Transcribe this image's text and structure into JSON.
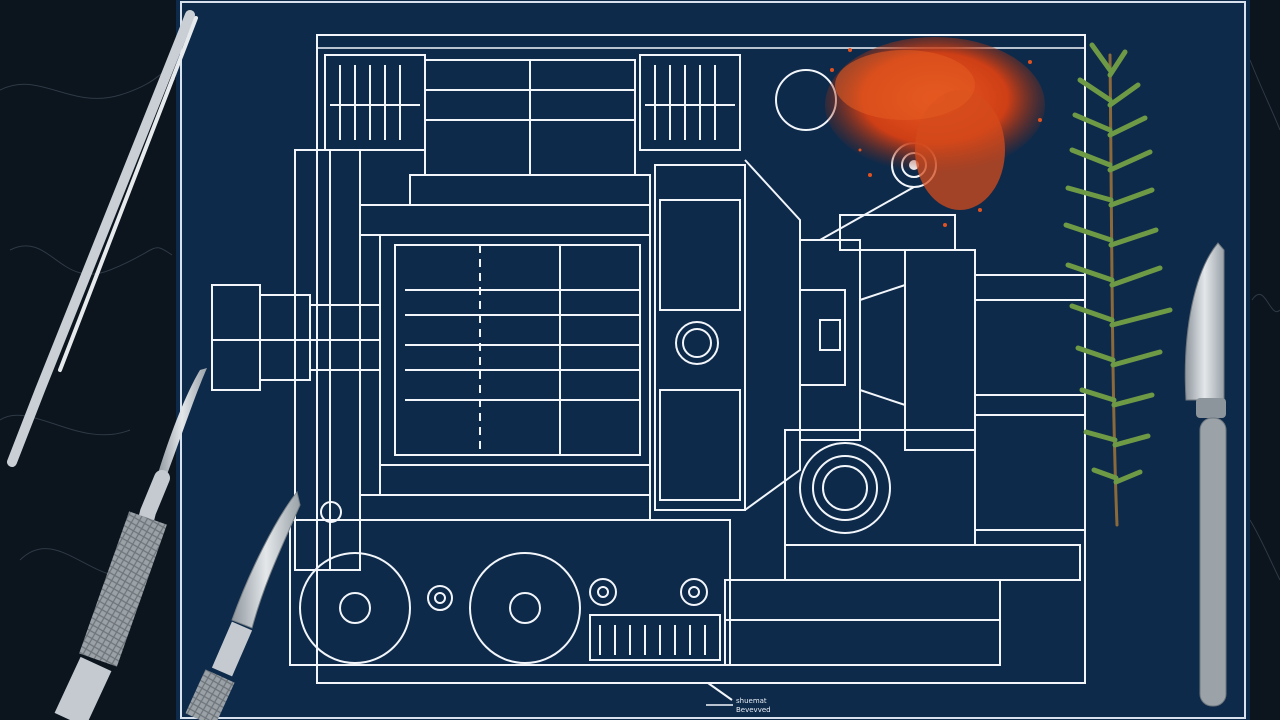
{
  "scene": {
    "subject": "engineering blueprint of a motor assembly on a dark marble surface",
    "colors": {
      "marble": "#0c141d",
      "blueprint": "#0e2a4a",
      "line": "#f2f6fb",
      "spice": "#d9481d",
      "rosemary": "#5f8a3a",
      "steel": "#b9c0c6"
    },
    "caption_lines": [
      "shuemat",
      "Bevevved"
    ]
  }
}
